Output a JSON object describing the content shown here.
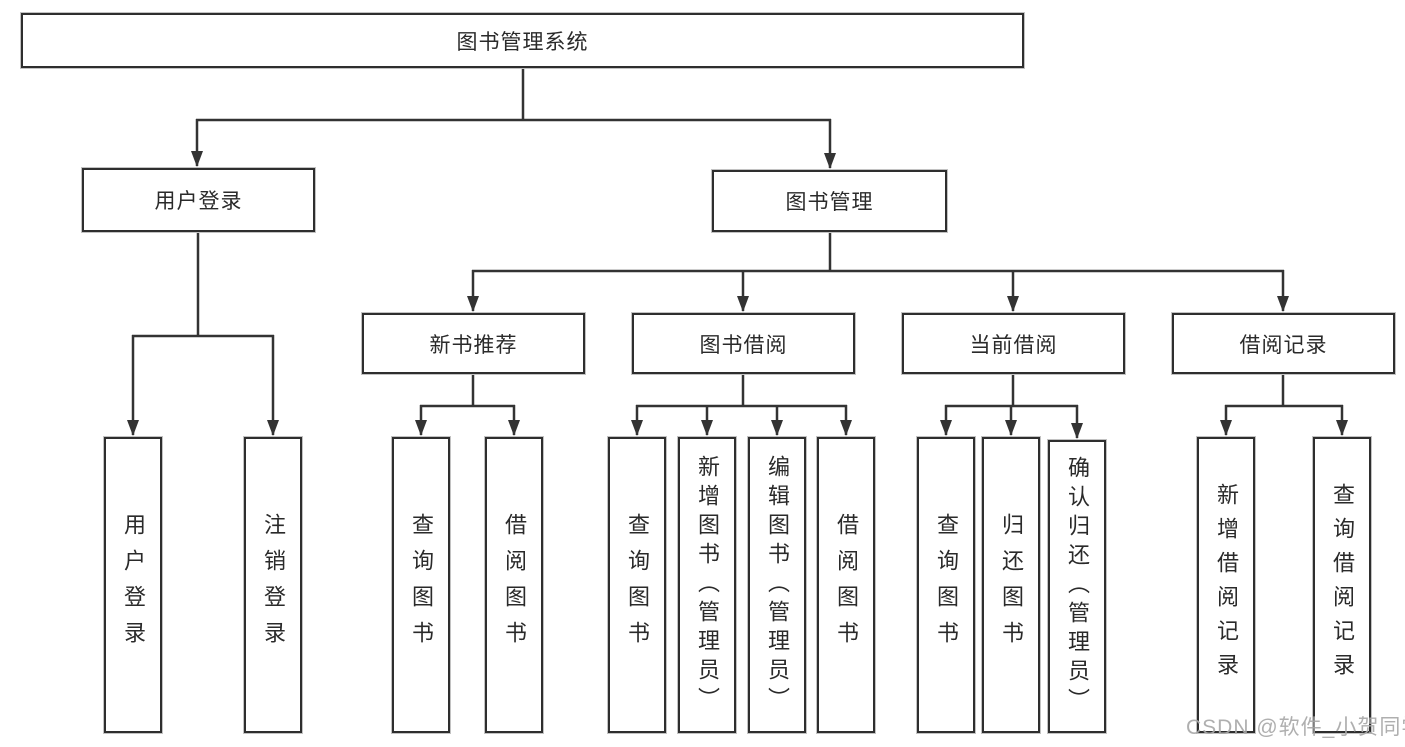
{
  "diagram": {
    "root": {
      "label": "图书管理系统"
    },
    "branches": [
      {
        "label": "用户登录",
        "children": [
          {
            "label": "用户登录"
          },
          {
            "label": "注销登录"
          }
        ]
      },
      {
        "label": "图书管理",
        "children": [
          {
            "label": "新书推荐",
            "children": [
              {
                "label": "查询图书"
              },
              {
                "label": "借阅图书"
              }
            ]
          },
          {
            "label": "图书借阅",
            "children": [
              {
                "label": "查询图书"
              },
              {
                "label": "新增图书（管理员）"
              },
              {
                "label": "编辑图书（管理员）"
              },
              {
                "label": "借阅图书"
              }
            ]
          },
          {
            "label": "当前借阅",
            "children": [
              {
                "label": "查询图书"
              },
              {
                "label": "归还图书"
              },
              {
                "label": "确认归还（管理员）"
              }
            ]
          },
          {
            "label": "借阅记录",
            "children": [
              {
                "label": "新增借阅记录"
              },
              {
                "label": "查询借阅记录"
              }
            ]
          }
        ]
      }
    ]
  },
  "watermark": {
    "text": "CSDN @软件_小贺同学"
  },
  "colors": {
    "line": "#333333",
    "box_border": "#2e2e2e",
    "text": "#2a2a2a",
    "watermark": "#a8a8a8",
    "background": "#ffffff"
  }
}
